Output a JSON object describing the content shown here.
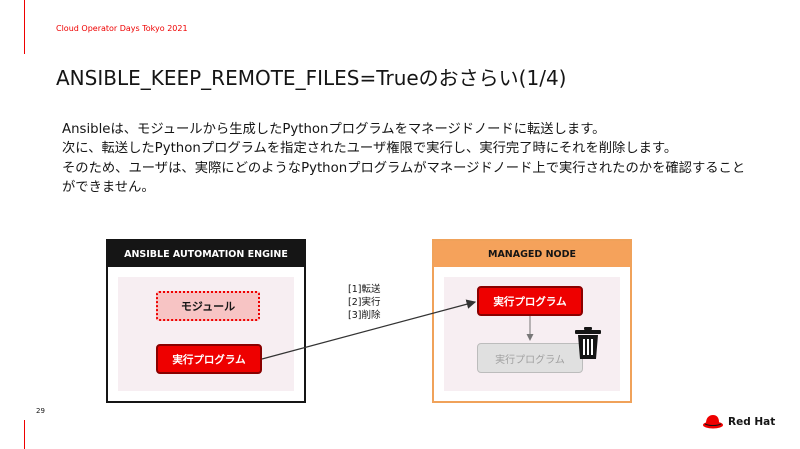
{
  "header": {
    "event": "Cloud Operator Days Tokyo 2021",
    "title": "ANSIBLE_KEEP_REMOTE_FILES=Trueのおさらい(1/4)"
  },
  "body": {
    "paragraph1": "Ansibleは、モジュールから生成したPythonプログラムをマネージドノードに転送します。",
    "paragraph2": "次に、転送したPythonプログラムを指定されたユーザ権限で実行し、実行完了時にそれを削除します。",
    "paragraph3": "そのため、ユーザは、実際にどのようなPythonプログラムがマネージドノード上で実行されたのかを確認することができません。"
  },
  "diagram": {
    "engine": {
      "title": "ANSIBLE AUTOMATION ENGINE",
      "module": "モジュール",
      "exec_program": "実行プログラム"
    },
    "managed": {
      "title": "MANAGED NODE",
      "exec_program": "実行プログラム",
      "deleted_program": "実行プログラム"
    },
    "steps": {
      "step1": "[1]転送",
      "step2": "[2]実行",
      "step3": "[3]削除"
    },
    "trash_icon": "trash-icon"
  },
  "footer": {
    "page": "29",
    "logo": "Red Hat"
  },
  "colors": {
    "accent": "#ee0000",
    "managed_border": "#f0a25a",
    "text": "#151515"
  }
}
